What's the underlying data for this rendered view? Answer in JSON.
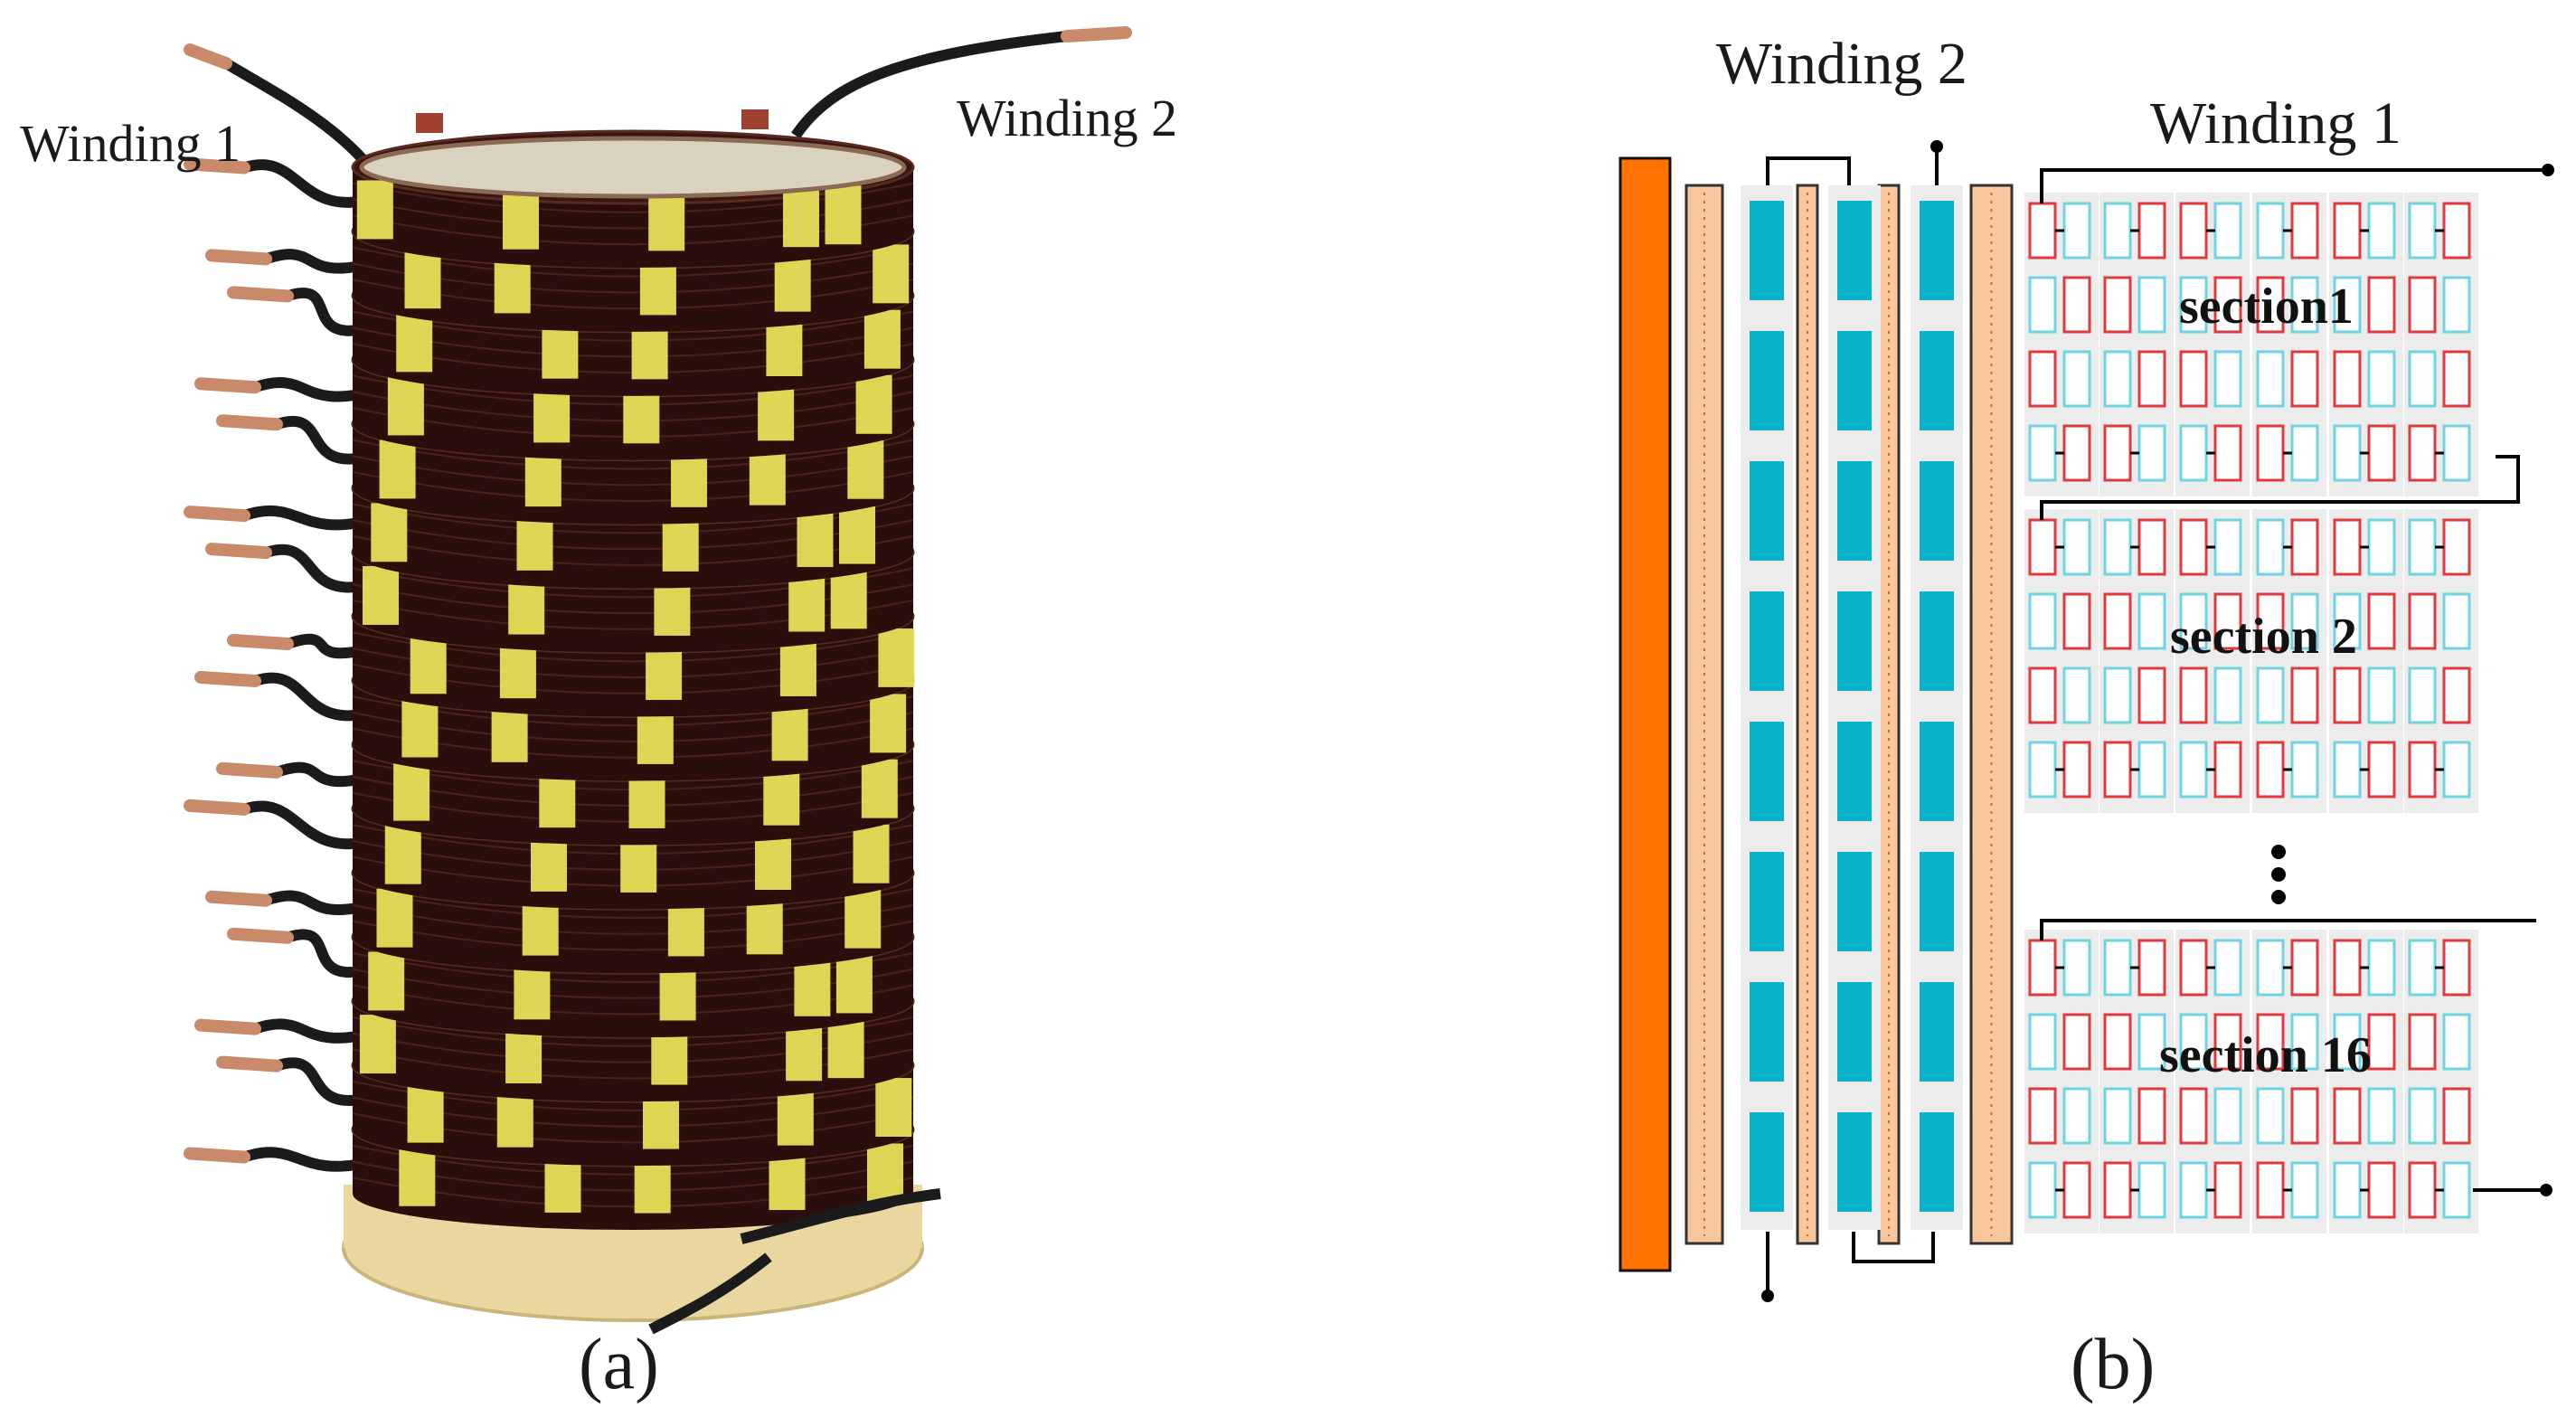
{
  "panel_a": {
    "caption": "(a)",
    "label_winding1": "Winding 1",
    "label_winding2": "Winding 2",
    "colors": {
      "wire": "#2a0e0c",
      "tape": "#e9e05a",
      "copper": "#c98a6a",
      "base": "#ead7a0",
      "lead": "#1b1b1b"
    }
  },
  "panel_b": {
    "caption": "(b)",
    "label_winding1": "Winding 1",
    "label_winding2": "Winding 2",
    "sections": [
      "section1",
      "section 2",
      "section 16"
    ],
    "ellipsis": "⋮",
    "colors": {
      "core": "#ff7300",
      "insulation": "#f9c79e",
      "hv_conductor": "#06b3c9",
      "turn_red": "#e2393e",
      "turn_cyan": "#6fd4e2",
      "turn_bg": "#ececec",
      "line": "#000000"
    }
  }
}
